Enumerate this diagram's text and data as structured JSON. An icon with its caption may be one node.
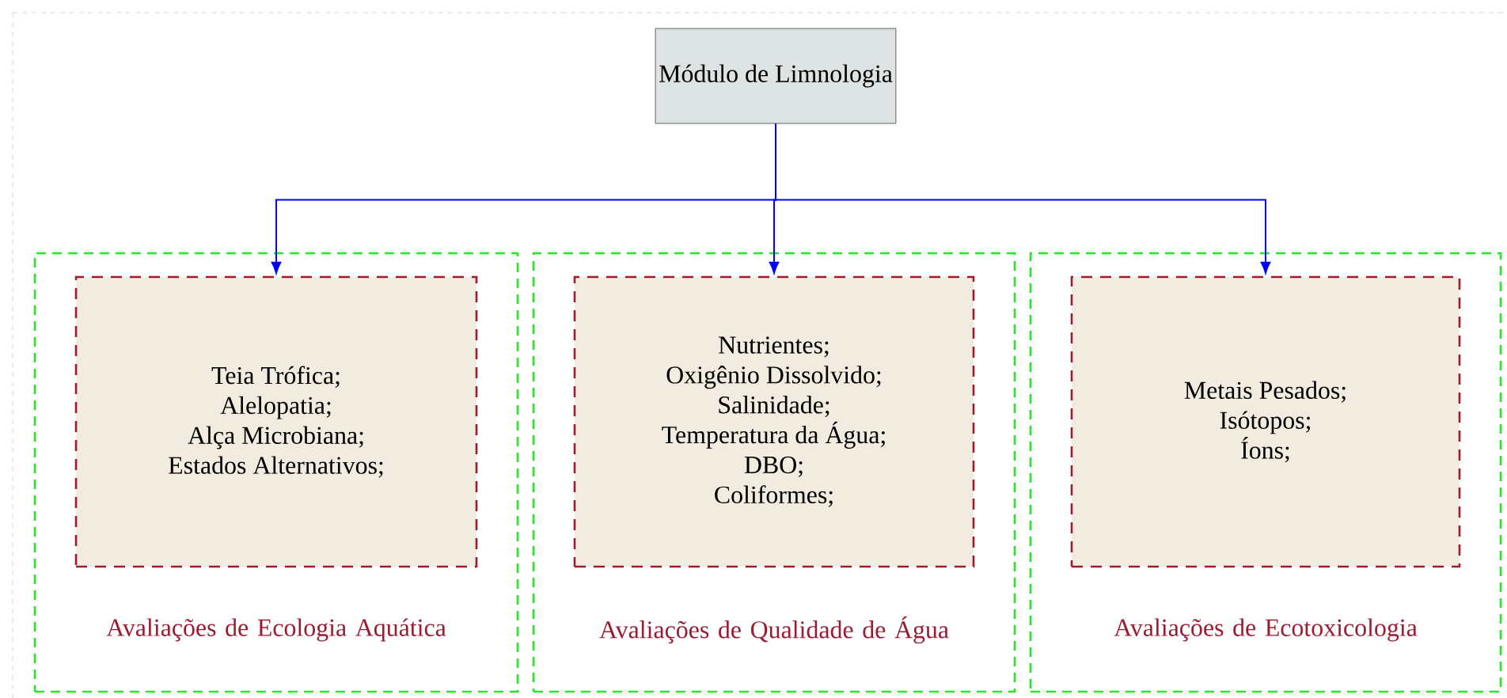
{
  "diagram": {
    "nodes": [
      {
        "text": [
          "Módulo de Limnologia"
        ]
      },
      {
        "text": [
          "Avaliações de Ecologia Aquática"
        ]
      },
      {
        "text": [
          "Teia Trófica;",
          "Alelopatia;",
          "Alça Microbiana;",
          "Estados Alternativos;"
        ],
        "in": 1
      },
      {
        "text": [
          "Avaliações de Qualidade de Água"
        ]
      },
      {
        "text": [
          "Nutrientes;",
          "Oxigênio Dissolvido;",
          "Salinidade;",
          "Temperatura da Água;",
          "DBO;",
          "Coliformes;"
        ],
        "in": 3
      },
      {
        "text": [
          "Avaliações de Ecotoxicologia"
        ]
      },
      {
        "text": [
          "Metais Pesados;",
          "Isótopos;",
          "Íons;"
        ],
        "in": 5
      }
    ],
    "edges": [
      {
        "from": 0,
        "to": 2,
        "arrow": "to"
      },
      {
        "from": 0,
        "to": 4,
        "arrow": "to"
      },
      {
        "from": 0,
        "to": 6,
        "arrow": "to"
      }
    ]
  }
}
